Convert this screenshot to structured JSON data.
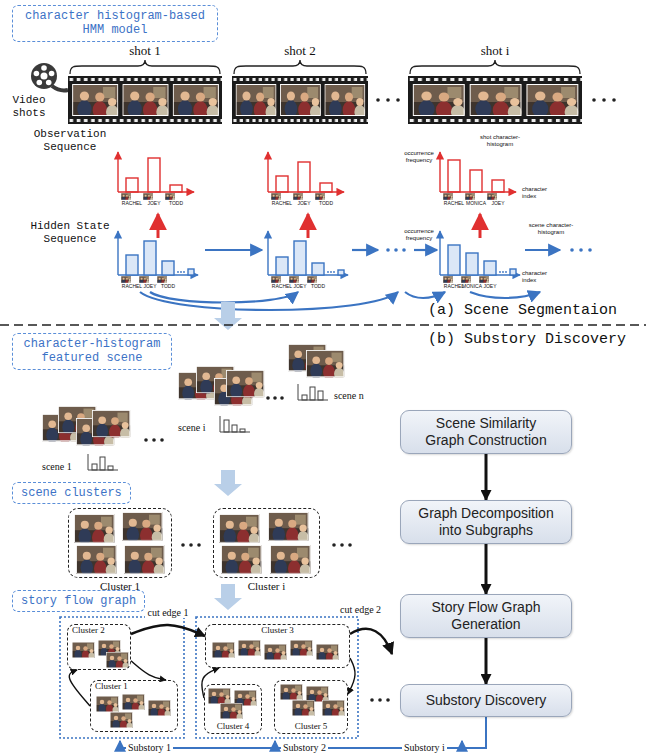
{
  "diagram": {
    "nodes": [
      {
        "text": [
          "character histogram-based HMM model"
        ]
      },
      {
        "text": [
          "character-histogram featured scene"
        ]
      },
      {
        "text": [
          "scene clusters"
        ]
      },
      {
        "text": [
          "Cluster 1"
        ]
      },
      {
        "text": [
          "Cluster i"
        ]
      },
      {
        "text": [
          "story flow graph"
        ]
      },
      {
        "text": [
          "Cluster 2"
        ]
      },
      {
        "text": [
          "Cluster 1"
        ]
      },
      {
        "text": [
          "Cluster 3"
        ]
      },
      {
        "text": [
          "Cluster 4"
        ]
      },
      {
        "text": [
          "Cluster 5"
        ]
      },
      {
        "text": [
          "Scene Similarity Graph Construction"
        ]
      },
      {
        "text": [
          "Graph Decomposition into Subgraphs"
        ]
      },
      {
        "text": [
          "Story Flow Graph Generation"
        ]
      },
      {
        "text": [
          "Substory Discovery"
        ]
      }
    ],
    "edges": [
      {
        "from": 11,
        "to": 12,
        "arrow": "to"
      },
      {
        "from": 12,
        "to": 13,
        "arrow": "to"
      },
      {
        "from": 13,
        "to": 14,
        "arrow": "to"
      },
      {
        "from": 6,
        "to": 8,
        "label": "cut edge 1",
        "arrow": "to"
      },
      {
        "from": 6,
        "to": 7,
        "arrow": "to"
      },
      {
        "from": 7,
        "to": 6,
        "arrow": "to"
      },
      {
        "from": 8,
        "to": 10,
        "arrow": "to"
      },
      {
        "from": 9,
        "to": 8,
        "arrow": "to"
      }
    ],
    "labels": [
      "Video shots",
      "shot 1",
      "shot 2",
      "shot i",
      "Observation Sequence",
      "occurrence frequency",
      "shot character-histogram",
      "character index",
      "Hidden State Sequence",
      "occurrence frequency",
      "scene character-histogram",
      "character index",
      "(a) Scene Segmentaion",
      "(b) Substory Discovery",
      "scene 1",
      "scene i",
      "scene n",
      "cut edge 2",
      "Substory 1",
      "Substory 2",
      "Substory i",
      "RACHEL",
      "JOEY",
      "TODD",
      "RACHEL",
      "JOEY",
      "TODD",
      "RACHEL",
      "MONICA",
      "JOEY",
      "RACHEL",
      "JOEY",
      "TODD",
      "RACHEL",
      "JOEY",
      "TODD",
      "RACHEL",
      "MONICA",
      "JOEY"
    ]
  }
}
